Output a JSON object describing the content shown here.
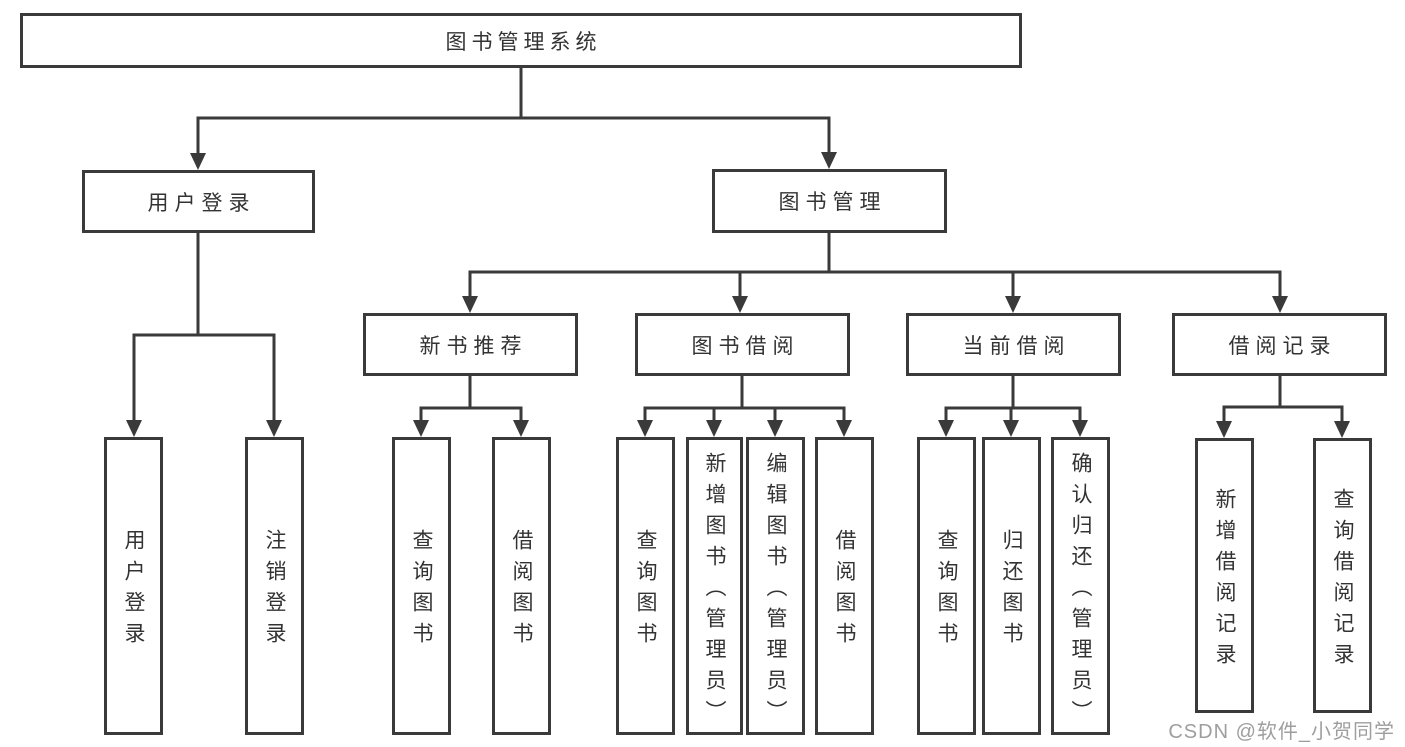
{
  "diagram": {
    "root": {
      "label": "图书管理系统"
    },
    "level2": [
      {
        "label": "用户登录"
      },
      {
        "label": "图书管理"
      }
    ],
    "level3": [
      {
        "label": "新书推荐"
      },
      {
        "label": "图书借阅"
      },
      {
        "label": "当前借阅"
      },
      {
        "label": "借阅记录"
      }
    ],
    "leaves": {
      "user_login": [
        "用户登录",
        "注销登录"
      ],
      "new_book_recommend": [
        "查询图书",
        "借阅图书"
      ],
      "book_borrow": [
        "查询图书",
        "新增图书（管理员）",
        "编辑图书（管理员）",
        "借阅图书"
      ],
      "current_borrow": [
        "查询图书",
        "归还图书",
        "确认归还（管理员）"
      ],
      "borrow_records": [
        "新增借阅记录",
        "查询借阅记录"
      ]
    }
  },
  "watermark": "CSDN @软件_小贺同学",
  "colors": {
    "line": "#3a3a3a",
    "text": "#333333",
    "box_background": "#ffffff",
    "watermark": "#9e9e9e"
  }
}
